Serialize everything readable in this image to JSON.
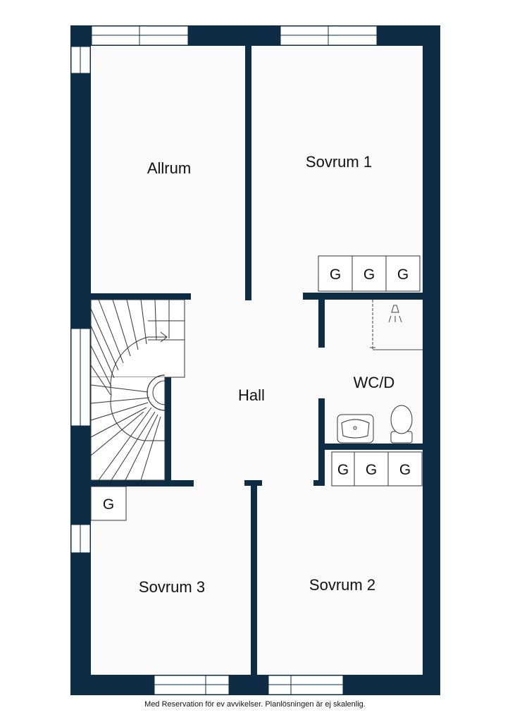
{
  "colors": {
    "wall": "#0e2d45",
    "floor": "#fafafa",
    "fixture": "#333333"
  },
  "rooms": {
    "allrum": "Allrum",
    "sovrum1": "Sovrum 1",
    "sovrum2": "Sovrum 2",
    "sovrum3": "Sovrum 3",
    "hall": "Hall",
    "wcd": "WC/D"
  },
  "storage_label": "G",
  "disclaimer": "Med Reservation för ev avvikelser. Planlösningen är ej skalenlig."
}
